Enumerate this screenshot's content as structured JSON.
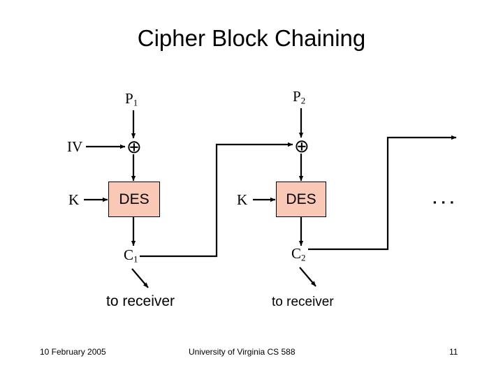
{
  "slide": {
    "title": "Cipher Block Chaining",
    "background_color": "#ffffff",
    "text_color": "#000000"
  },
  "diagram": {
    "block_color": "#f9c8b6",
    "line_color": "#000000",
    "plaintext_labels": [
      {
        "base": "P",
        "sub": "1"
      },
      {
        "base": "P",
        "sub": "2"
      }
    ],
    "iv_label": "IV",
    "key_labels": [
      "K",
      "K"
    ],
    "xor_symbol": "⊕",
    "cipher_blocks": [
      {
        "label": "DES"
      },
      {
        "label": "DES"
      }
    ],
    "ciphertext_labels": [
      {
        "base": "C",
        "sub": "1"
      },
      {
        "base": "C",
        "sub": "2"
      }
    ],
    "output_labels": [
      "to receiver",
      "to receiver"
    ],
    "continuation": "▪ ▪ ▪"
  },
  "footer": {
    "date": "10 February 2005",
    "organization": "University of Virginia CS 588",
    "page_number": "11"
  }
}
